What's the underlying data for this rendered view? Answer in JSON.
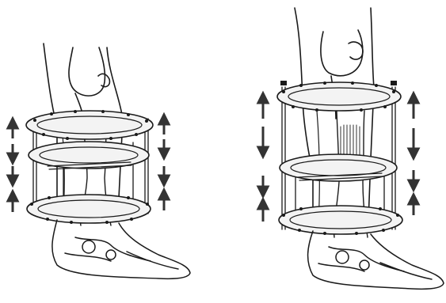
{
  "figure": {
    "panels": [
      {
        "id": "left",
        "rings": 3,
        "arrow_columns": [
          {
            "side": "left",
            "directions": [
              "up",
              "down",
              "down",
              "up"
            ]
          },
          {
            "side": "right",
            "directions": [
              "up",
              "down",
              "down",
              "up"
            ]
          }
        ]
      },
      {
        "id": "right",
        "rings": 3,
        "arrow_columns": [
          {
            "side": "left",
            "directions": [
              "up",
              "down",
              "down",
              "up"
            ]
          },
          {
            "side": "right",
            "directions": [
              "up",
              "down",
              "down",
              "up"
            ]
          }
        ]
      }
    ],
    "colors": {
      "ink": "#1a1a1a",
      "ring_fill": "#f3f3f3",
      "paper": "#ffffff"
    }
  }
}
